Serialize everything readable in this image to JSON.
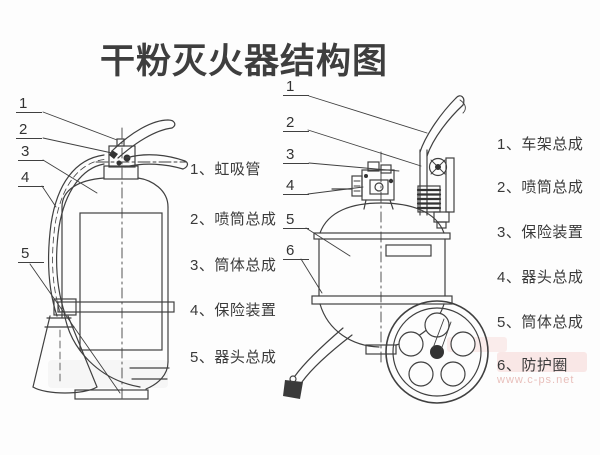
{
  "title": "干粉灭火器结构图",
  "left_figure": {
    "callouts": [
      "1",
      "2",
      "3",
      "4",
      "5"
    ],
    "legend": [
      "1、虹吸管",
      "2、喷筒总成",
      "3、筒体总成",
      "4、保险装置",
      "5、器头总成"
    ]
  },
  "right_figure": {
    "callouts": [
      "1",
      "2",
      "3",
      "4",
      "5",
      "6"
    ],
    "legend": [
      "1、车架总成",
      "2、喷筒总成",
      "3、保险装置",
      "4、器头总成",
      "5、筒体总成",
      "6、防护圈"
    ]
  },
  "watermark": {
    "url": "www.c-ps.net"
  },
  "colors": {
    "line": "#404040",
    "text": "#3c3c3c",
    "background": "#fdfdfd",
    "watermark_red": "#e2574c"
  }
}
